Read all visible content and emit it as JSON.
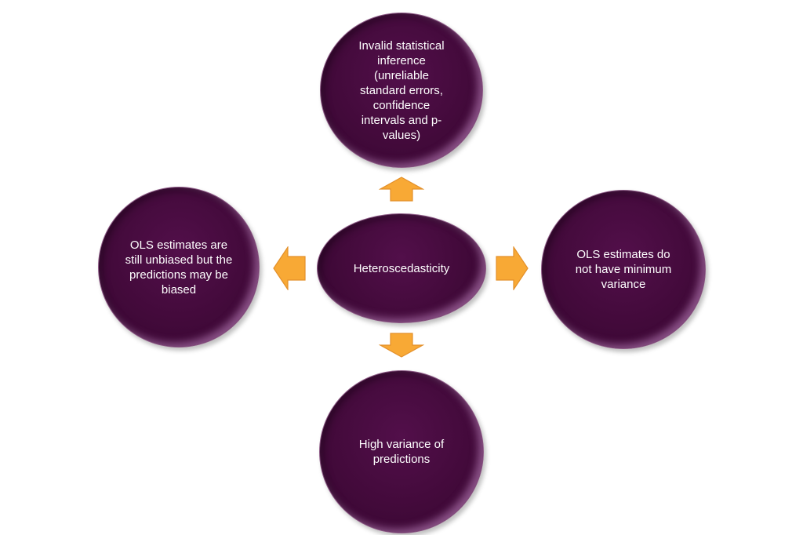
{
  "center": {
    "label": "Heteroscedasticity"
  },
  "top": {
    "label": "Invalid statistical inference (unreliable standard errors, confidence intervals and p-values)"
  },
  "left": {
    "label": "OLS estimates are still unbiased but the predictions may be biased"
  },
  "right": {
    "label": "OLS estimates do not have minimum variance"
  },
  "bottom": {
    "label": "High variance of predictions"
  },
  "colors": {
    "circle_fill": "#430a3b",
    "circle_highlight": "#c88cc8",
    "arrow_fill": "#f8a935",
    "arrow_stroke": "#e3902b",
    "text": "#ffffff"
  }
}
